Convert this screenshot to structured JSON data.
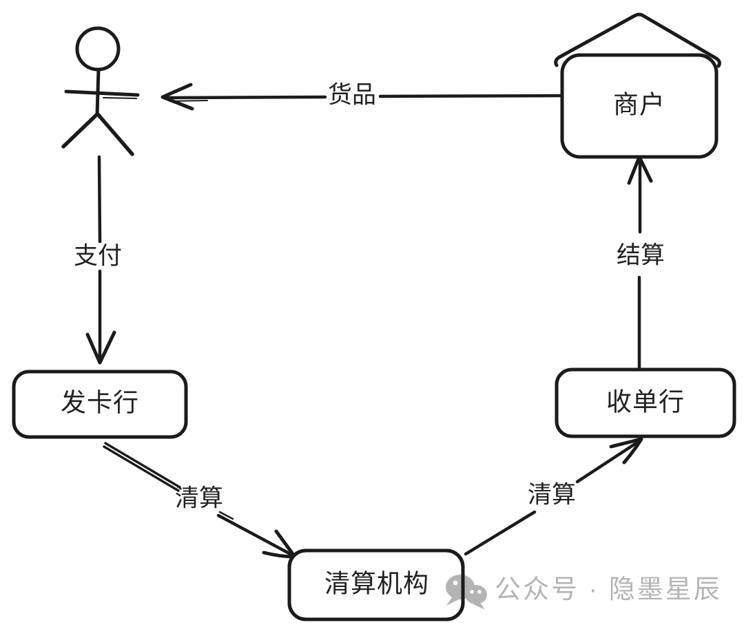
{
  "diagram": {
    "background_color": "#ffffff",
    "ink_color": "#1b1b1b",
    "nodes": {
      "person": {
        "shape": "stick-figure",
        "label": ""
      },
      "merchant": {
        "label": "商户",
        "shape": "house"
      },
      "issuing_bank": {
        "label": "发卡行",
        "shape": "rounded-rect"
      },
      "acquiring_bank": {
        "label": "收单行",
        "shape": "rounded-rect"
      },
      "clearing_house": {
        "label": "清算机构",
        "shape": "rounded-rect"
      }
    },
    "edges": {
      "goods": {
        "label": "货品",
        "from": "merchant",
        "to": "person"
      },
      "payment": {
        "label": "支付",
        "from": "person",
        "to": "issuing_bank"
      },
      "clearing_left": {
        "label": "清算",
        "from": "issuing_bank",
        "to": "clearing_house"
      },
      "clearing_right": {
        "label": "清算",
        "from": "clearing_house",
        "to": "acquiring_bank"
      },
      "settlement": {
        "label": "结算",
        "from": "acquiring_bank",
        "to": "merchant"
      }
    },
    "watermark": {
      "icon": "wechat-icon",
      "text": "公众号 · 隐墨星辰",
      "color": "#b4b4b4"
    }
  }
}
